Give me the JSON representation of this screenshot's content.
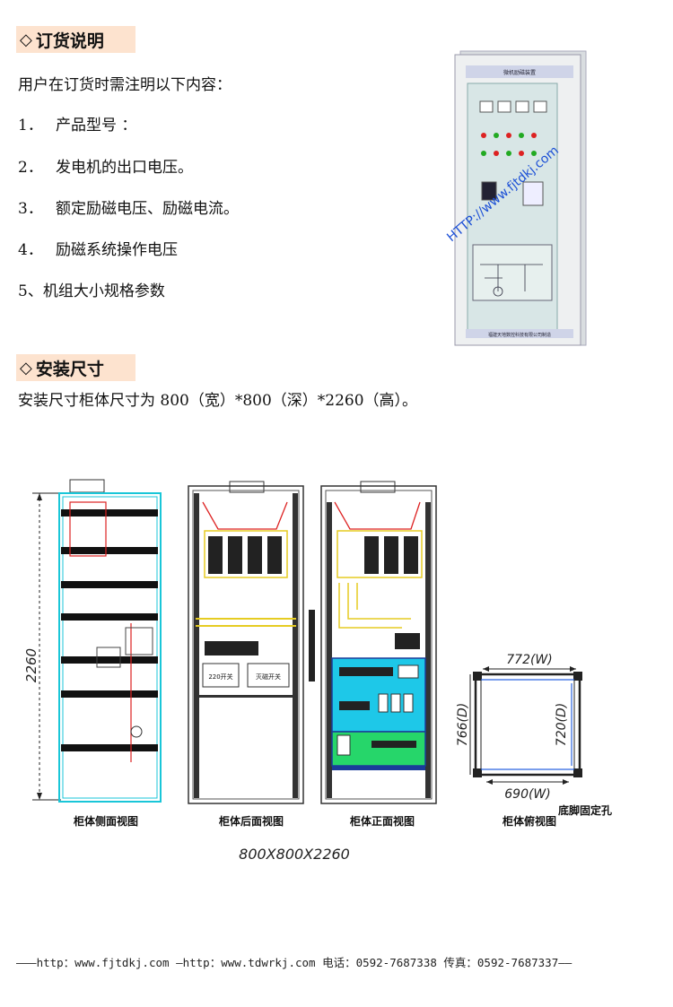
{
  "sections": [
    {
      "title": "订货说明"
    },
    {
      "title": "安装尺寸"
    }
  ],
  "order": {
    "intro": "用户在订货时需注明以下内容：",
    "items": [
      {
        "num": "1．",
        "text": "产品型号 ："
      },
      {
        "num": "2．",
        "text": "发电机的出口电压。"
      },
      {
        "num": "3．",
        "text": "额定励磁电压、励磁电流。"
      },
      {
        "num": "4．",
        "text": "励磁系统操作电压"
      },
      {
        "num": "",
        "text": "5、机组大小规格参数"
      }
    ]
  },
  "photo": {
    "watermark": "HTTP://www.fjtdkj.com",
    "top_label": "微机励磁装置",
    "bottom_label": "福建天地数控科技有限公司制造"
  },
  "install": {
    "desc": "安装尺寸柜体尺寸为 800（宽）*800（深）*2260（高）。"
  },
  "drawing": {
    "height_dim": "2260",
    "side_caption": "柜体侧面视图",
    "back_caption": "柜体后面视图",
    "front_caption": "柜体正面视图",
    "base_caption": "柜体俯视图",
    "holes_caption": "底脚固定孔",
    "overall_dims": "800X800X2260",
    "back_box1": "220开关",
    "back_box2": "灭磁开关",
    "top_w": "772(W)",
    "top_d_outer": "766(D)",
    "top_d_inner": "720(D)",
    "bottom_w": "690(W)"
  },
  "footer": {
    "text": "———http：www.fjtdkj.com  —http：www.tdwrkj.com  电话：0592-7687338 传真：0592-7687337——"
  }
}
